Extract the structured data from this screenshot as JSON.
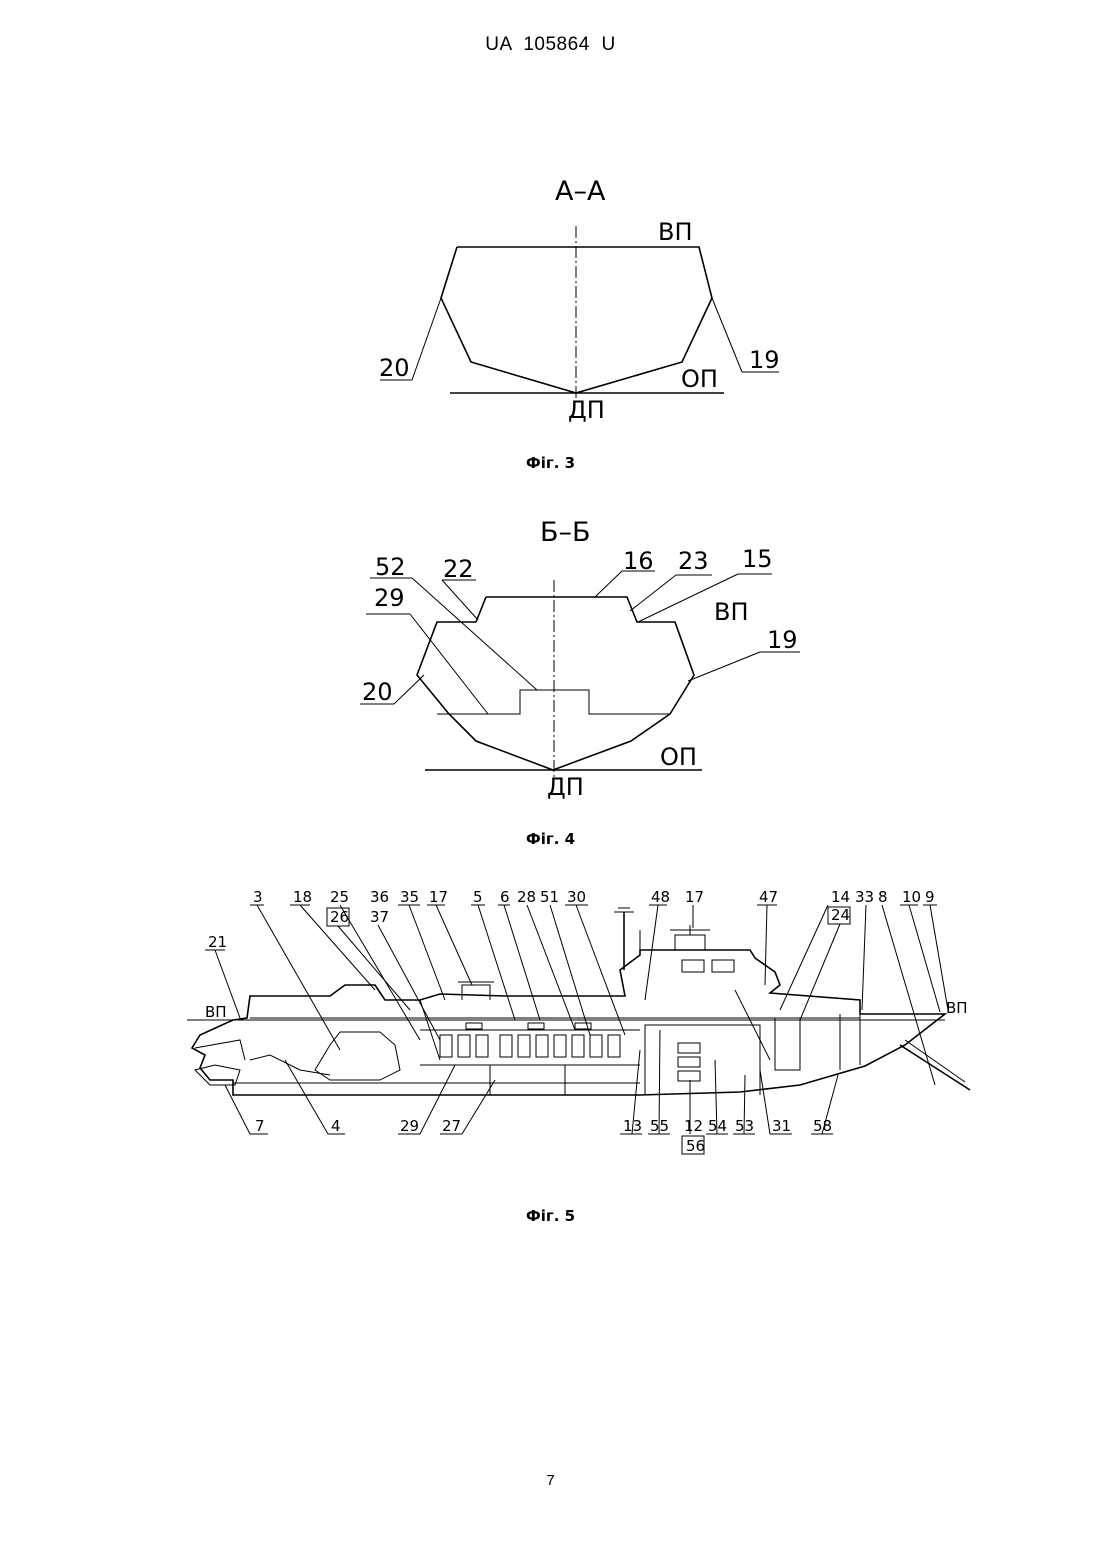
{
  "header": "UA   105864   U",
  "page_number": "7",
  "fig3": {
    "caption": "Фіг. 3",
    "section": "А–А",
    "labels": {
      "vp": "ВП",
      "op": "ОП",
      "dp": "ДП",
      "l20": "20",
      "l19": "19"
    }
  },
  "fig4": {
    "caption": "Фіг. 4",
    "section": "Б–Б",
    "labels": {
      "l52": "52",
      "l22": "22",
      "l29": "29",
      "l16": "16",
      "l23": "23",
      "l15": "15",
      "vp": "ВП",
      "l19": "19",
      "l20": "20",
      "op": "ОП",
      "dp": "ДП"
    }
  },
  "fig5": {
    "caption": "Фіг. 5",
    "top_labels": {
      "l3": "3",
      "l18": "18",
      "l25": "25",
      "l26": "26",
      "l36": "36",
      "l37": "37",
      "l35": "35",
      "l17a": "17",
      "l5": "5",
      "l6": "6",
      "l28": "28",
      "l51": "51",
      "l30": "30",
      "l48": "48",
      "l17b": "17",
      "l47": "47",
      "l14": "14",
      "l24": "24",
      "l33": "33",
      "l8": "8",
      "l10": "10",
      "l9": "9",
      "l21": "21",
      "vp_left": "ВП",
      "vp_right": "ВП"
    },
    "bottom_labels": {
      "l7": "7",
      "l4": "4",
      "l29": "29",
      "l27": "27",
      "l13": "13",
      "l55": "55",
      "l12": "12",
      "l56": "56",
      "l54": "54",
      "l53": "53",
      "l31": "31",
      "l58": "58"
    }
  }
}
